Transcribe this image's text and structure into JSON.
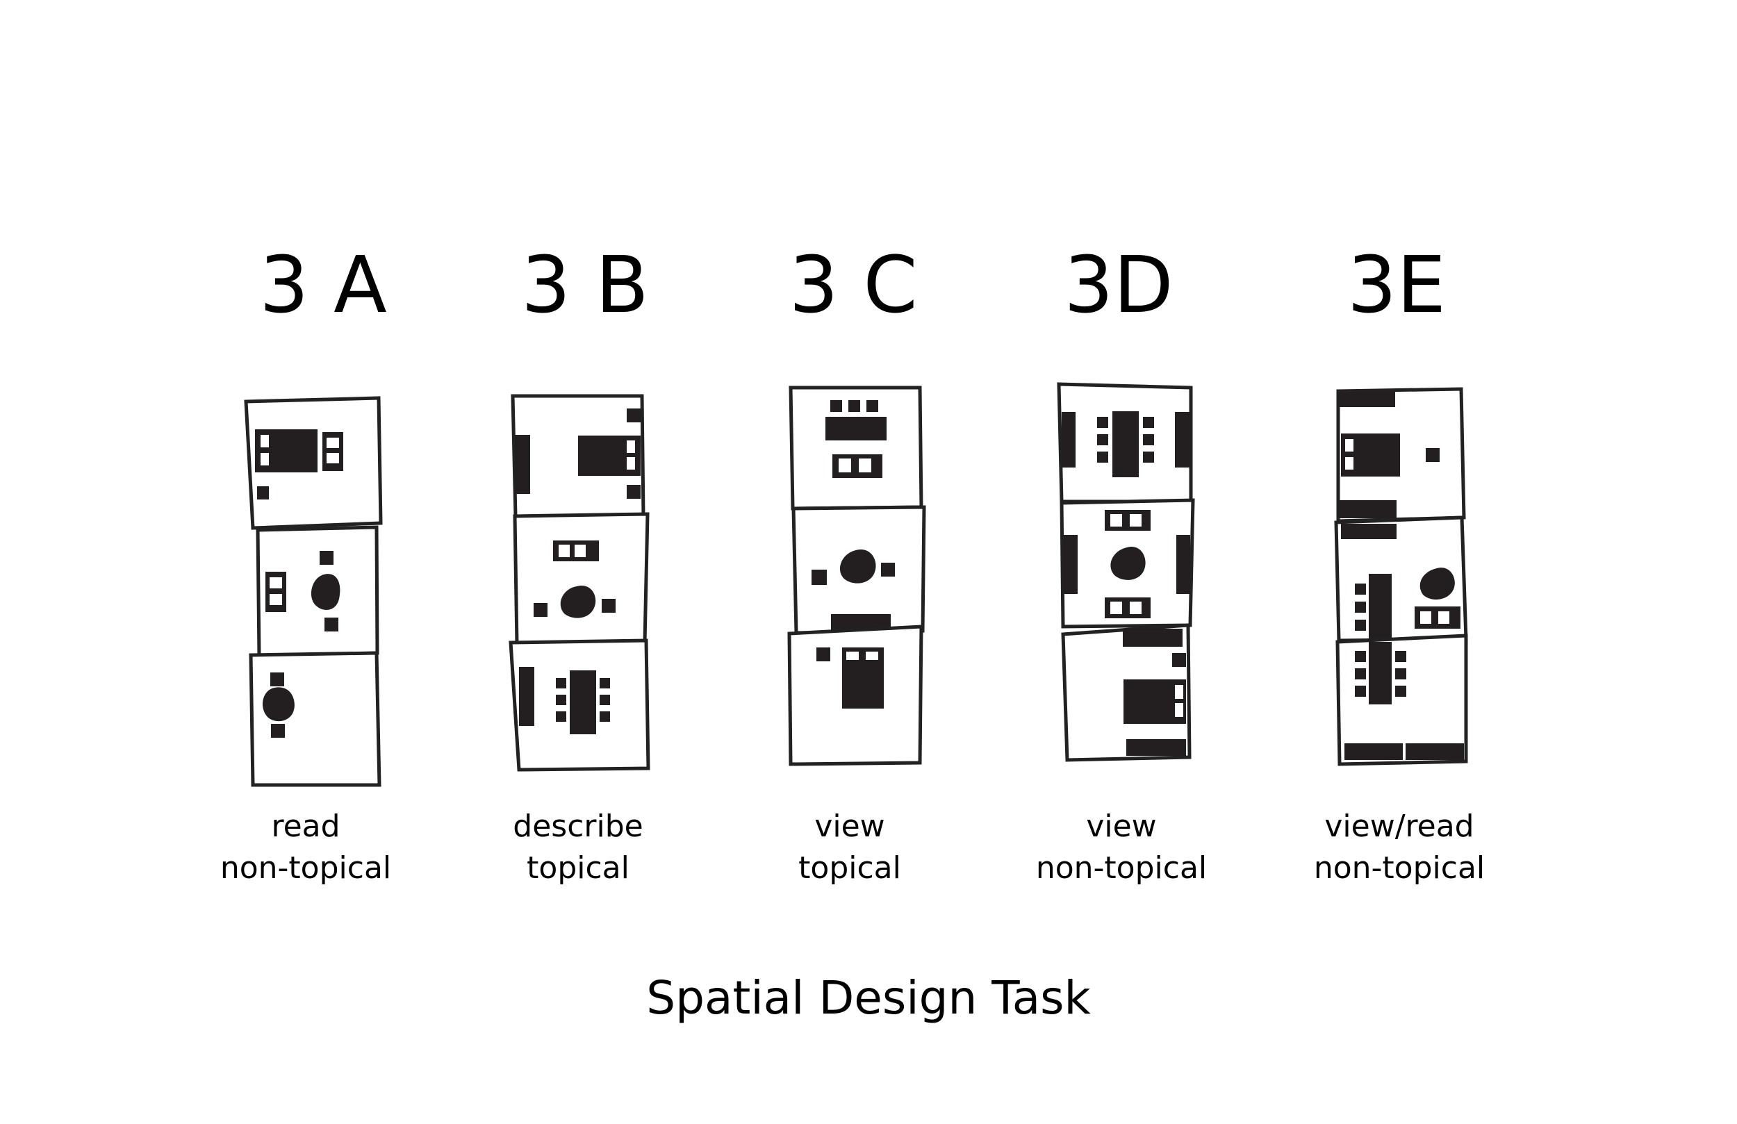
{
  "title": "Spatial Design Task",
  "variants": [
    {
      "id": "3 A",
      "line1": "read",
      "line2": "non-topical"
    },
    {
      "id": "3 B",
      "line1": "describe",
      "line2": "topical"
    },
    {
      "id": "3 C",
      "line1": "view",
      "line2": "topical"
    },
    {
      "id": "3D",
      "line1": "view",
      "line2": "non-topical"
    },
    {
      "id": "3E",
      "line1": "view/read",
      "line2": "non-topical"
    }
  ],
  "colors": {
    "furniture": "#231f20",
    "outline": "#222222",
    "background": "#ffffff"
  }
}
